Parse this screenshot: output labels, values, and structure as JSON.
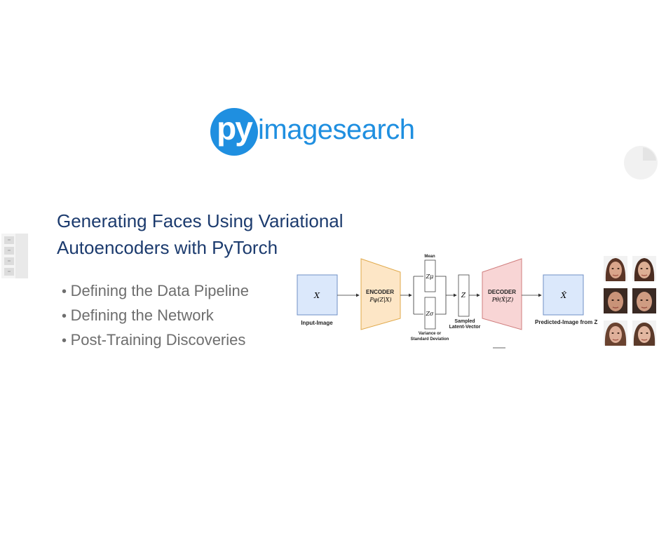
{
  "logo": {
    "badge": "py",
    "text": "imagesearch",
    "color": "#1f8fe0"
  },
  "title": "Generating Faces Using Variational Autoencoders with PyTorch",
  "bullets": [
    "Defining the Data Pipeline",
    "Defining the Network",
    "Post-Training Discoveries"
  ],
  "diagram": {
    "input_symbol": "X",
    "input_label": "Input-Image",
    "encoder_title": "ENCODER",
    "encoder_formula": "Pφ(Z|X)",
    "mean_label": "Mean",
    "mu_symbol": "Zμ",
    "sigma_symbol": "Zσ",
    "variance_label_1": "Variance or",
    "variance_label_2": "Standard Deviation",
    "z_symbol": "Z",
    "sampled_label_1": "Sampled",
    "sampled_label_2": "Latent-Vector",
    "decoder_title": "DECODER",
    "decoder_formula": "Pθ(X̂|Z)",
    "output_symbol": "X̂",
    "output_label": "Predicted-Image from Z",
    "colors": {
      "box_fill": "#dbe8fb",
      "box_stroke": "#6f8fc4",
      "encoder_fill": "#fde6c6",
      "encoder_stroke": "#e0a94b",
      "decoder_fill": "#f8d5d5",
      "decoder_stroke": "#cf7d7d"
    }
  },
  "icons": [
    "pie-chart-icon",
    "file-cabinet-icon"
  ]
}
